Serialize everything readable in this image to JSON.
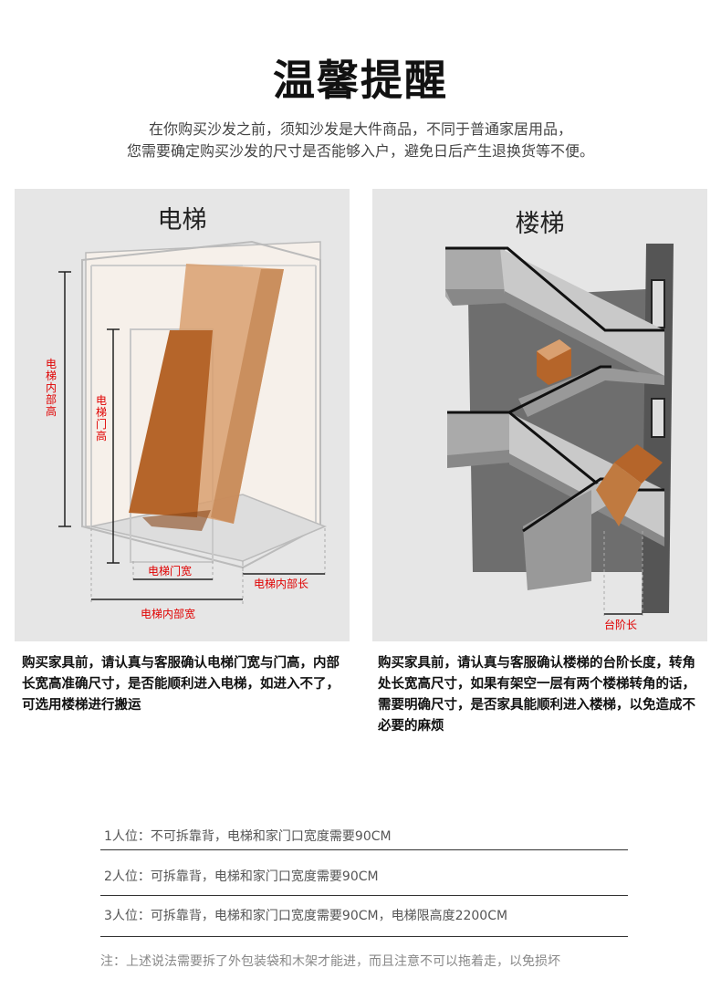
{
  "header": {
    "title": "温馨提醒",
    "intro_line1": "在你购买沙发之前，须知沙发是大件商品，不同于普通家居用品，",
    "intro_line2": "您需要确定购买沙发的尺寸是否能够入户，避免日后产生退换货等不便。"
  },
  "elevator_panel": {
    "title": "电梯",
    "labels": {
      "inner_height": "电梯内部高",
      "door_height": "电梯门高",
      "door_width": "电梯门宽",
      "inner_length": "电梯内部长",
      "inner_width": "电梯内部宽"
    },
    "description": "购买家具前，请认真与客服确认电梯门宽与门高，内部长宽高准确尺寸，是否能顺利进入电梯，如进入不了，可选用楼梯进行搬运"
  },
  "stairs_panel": {
    "title": "楼梯",
    "labels": {
      "step_length": "台阶长"
    },
    "description": "购买家具前，请认真与客服确认楼梯的台阶长度，转角处长宽高尺寸，如果有架空一层有两个楼梯转角的话，需要明确尺寸，是否家具能顺利进入楼梯，以免造成不必要的麻烦"
  },
  "rules": [
    {
      "text": "1人位：不可拆靠背，电梯和家门口宽度需要90CM"
    },
    {
      "text": "2人位：可拆靠背，电梯和家门口宽度需要90CM"
    },
    {
      "text": "3人位：可拆靠背，电梯和家门口宽度需要90CM，电梯限高度2200CM"
    }
  ],
  "note": "注：上述说法需要拆了外包装袋和木架才能进，而且注意不可以拖着走，以免损坏",
  "colors": {
    "label_red": "#e00000",
    "panel_bg": "#e6e6e6",
    "sofa_dark": "#b5652a",
    "sofa_light": "#d9a070"
  }
}
